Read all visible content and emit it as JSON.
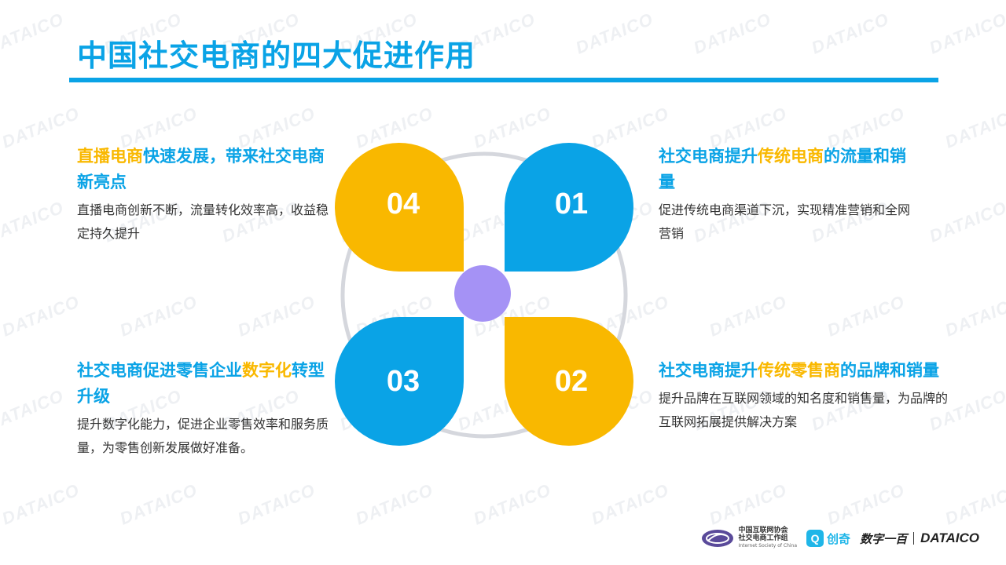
{
  "title": "中国社交电商的四大促进作用",
  "watermark_text": "DATAICO",
  "colors": {
    "blue": "#0aa3e6",
    "yellow": "#f9b800",
    "purple": "#a592f5",
    "ring": "#d5d7dd"
  },
  "blocks": {
    "tl": {
      "heading_hl": "直播电商",
      "heading_rest": "快速发展，带来社交电商新亮点",
      "desc": "直播电商创新不断，流量转化效率高，收益稳定持久提升"
    },
    "tr": {
      "heading_pre": "社交电商提升",
      "heading_hl": "传统电商",
      "heading_post": "的流量和销量",
      "desc": "促进传统电商渠道下沉，实现精准营销和全网营销"
    },
    "bl": {
      "heading_pre": "社交电商促进零售企业",
      "heading_hl": "数字化",
      "heading_post": "转型升级",
      "desc": "提升数字化能力，促进企业零售效率和服务质量，为零售创新发展做好准备。"
    },
    "br": {
      "heading_pre": "社交电商提升",
      "heading_hl": "传统零售商",
      "heading_post": "的品牌和销量",
      "desc": "提升品牌在互联网领域的知名度和销售量，为品牌的互联网拓展提供解决方案"
    }
  },
  "petals": {
    "p1": "01",
    "p2": "02",
    "p3": "03",
    "p4": "04"
  },
  "footer": {
    "isc_line1": "中国互联网协会",
    "isc_line2": "社交电商工作组",
    "isc_en": "Internet Society of China",
    "chuangqi": "创奇",
    "shuzi": "数字一百",
    "dataico": "DATAICO"
  }
}
